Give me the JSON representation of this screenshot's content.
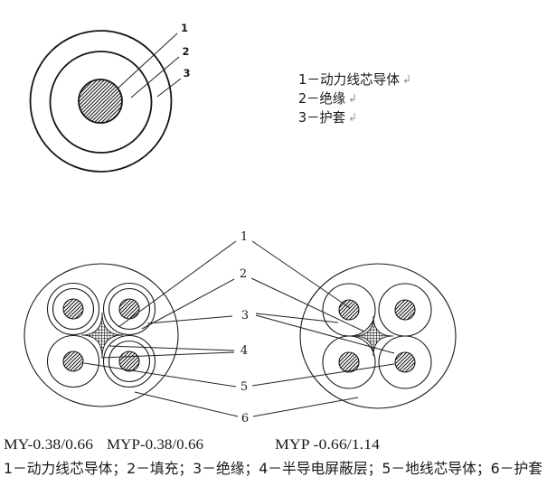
{
  "colors": {
    "ink": "#1a1a1a",
    "paper": "#ffffff",
    "paragraph_mark": "#8a93ad"
  },
  "top_figure": {
    "callouts": [
      "1",
      "2",
      "3"
    ],
    "legend_lines": [
      "1－动力线芯导体",
      "2－绝缘",
      "3－护套"
    ],
    "paragraph_mark": "↲"
  },
  "bottom_figure": {
    "callouts": [
      "1",
      "2",
      "3",
      "4",
      "5",
      "6"
    ],
    "model_labels": [
      "MY-0.38/0.66",
      "MYP-0.38/0.66",
      "MYP -0.66/1.14"
    ],
    "legend": "1－动力线芯导体；2－填充；3－绝缘；4－半导电屏蔽层；5－地线芯导体；6－护套"
  }
}
